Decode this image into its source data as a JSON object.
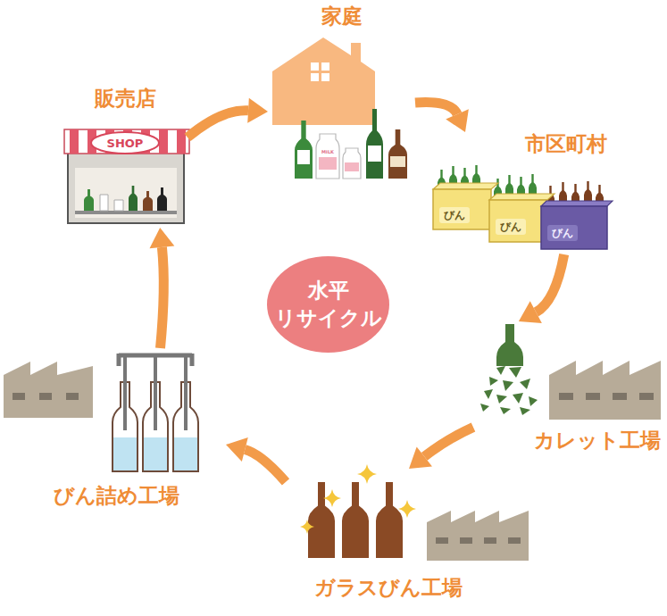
{
  "diagram": {
    "nodes": [
      {
        "text": [
          "家庭"
        ]
      },
      {
        "text": [
          "市区町村"
        ]
      },
      {
        "text": [
          "カレット工場"
        ]
      },
      {
        "text": [
          "ガラスびん工場"
        ]
      },
      {
        "text": [
          "びん詰め工場"
        ]
      },
      {
        "text": [
          "販売店"
        ]
      },
      {
        "text": [
          "水平 リサイクル"
        ]
      }
    ],
    "edges": [
      {
        "from": 0,
        "to": 1,
        "arrow": "to"
      },
      {
        "from": 1,
        "to": 2,
        "arrow": "to"
      },
      {
        "from": 2,
        "to": 3,
        "arrow": "to"
      },
      {
        "from": 3,
        "to": 4,
        "arrow": "to"
      },
      {
        "from": 4,
        "to": 5,
        "arrow": "to"
      },
      {
        "from": 5,
        "to": 0,
        "arrow": "to"
      }
    ],
    "labels": [
      "SHOP",
      "びん",
      "びん",
      "びん",
      "MILK"
    ]
  }
}
